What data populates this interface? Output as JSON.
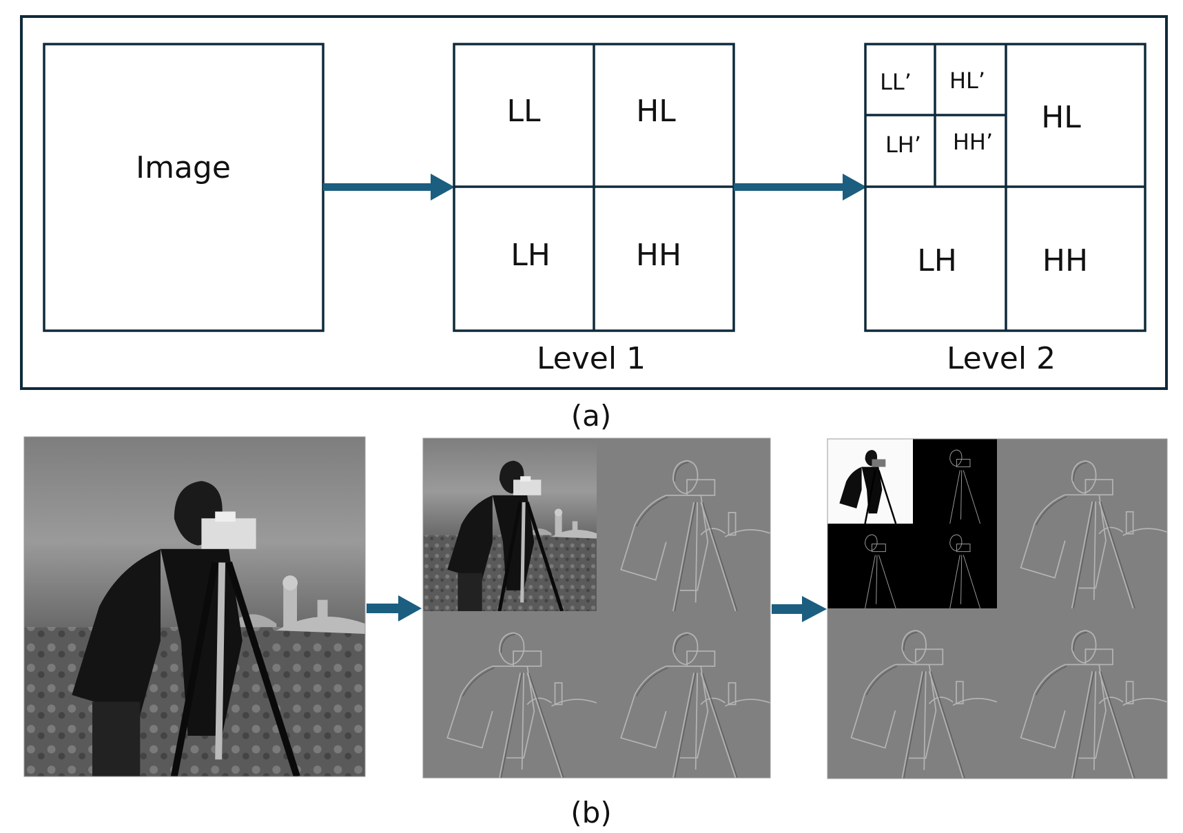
{
  "panel_a": {
    "image_label": "Image",
    "level1": {
      "ll": "LL",
      "hl": "HL",
      "lh": "LH",
      "hh": "HH",
      "caption": "Level 1"
    },
    "level2": {
      "ll2": "LL’",
      "hl2": "HL’",
      "lh2": "LH’",
      "hh2": "HH’",
      "hl": "HL",
      "lh": "LH",
      "hh": "HH",
      "caption": "Level 2"
    },
    "caption": "(a)"
  },
  "panel_b": {
    "caption": "(b)"
  },
  "colors": {
    "box_stroke": "#0f2a3a",
    "arrow": "#1b5e80",
    "photo_gray": "#8a8a8a"
  }
}
